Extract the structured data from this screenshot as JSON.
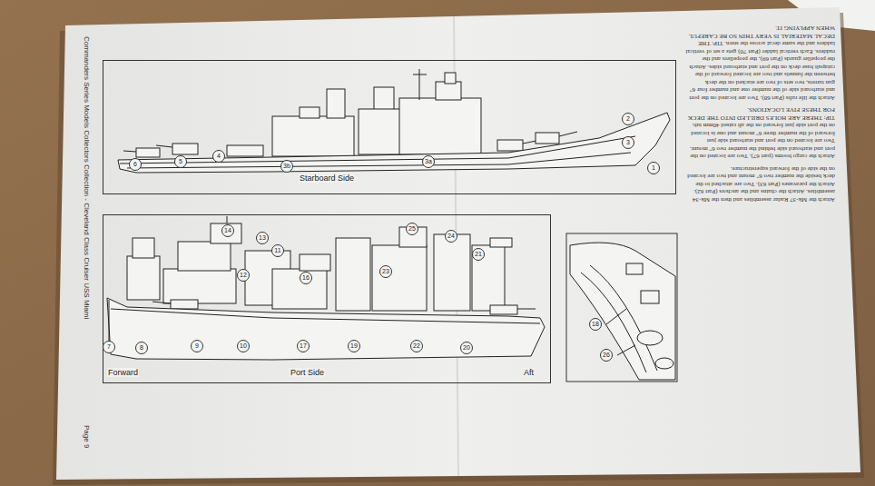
{
  "diagram": {
    "nodes": [
      {
        "text": [
          "Starboard Side"
        ]
      },
      {
        "text": [
          "Forward",
          "Port Side",
          "Aft"
        ]
      }
    ],
    "labels": [
      "Commanders Series Models Collectors Collection - Cleveland Class Cruiser USS Miami",
      "Page 9",
      "Attach the Mk-37 Radar assemblies and then the Mk-34 assemblies. Attach the chains and the anchors (Part 62). Attach the paravanes (Part 63). Two are attached to the deck beside the number two 6\" mount and two are located on the side of the forward superstructure.",
      "Attach the cargo booms (part 67). Two are located on the port and starboard side behind the number two 6\" mount. Two are located on the port and starboard side just forward of the number three 6\" mount and one is located on the port side just forward on the aft raised 40mm tub. TIP: THERE ARE HOLES DRILLED INTO THE DECK FOR THESE FIVE LOCATIONS.",
      "Attach the life rafts (Part 68). Two are located on the port and starboard side of the number one and number four 6\" gun turrets, two sets of two are stacked on the deck between the funnels and two are located forward of the catapult base deck on the port and starboard sides. Attach the propeller guards (Part 69), the propellers and the rudders. Each vertical ladder (Part 70) gets a set of vertical ladders and the same decal across the stern. TIP: THE DECAL MATERIAL IS VERY THIN SO BE CAREFUL WHEN APPLYING IT.",
      "2",
      "3",
      "1",
      "3a",
      "3b",
      "4",
      "5",
      "6",
      "14",
      "13",
      "11",
      "12",
      "16",
      "23",
      "25",
      "24",
      "21",
      "7",
      "8",
      "9",
      "10",
      "17",
      "19",
      "22",
      "20",
      "18",
      "26"
    ]
  }
}
